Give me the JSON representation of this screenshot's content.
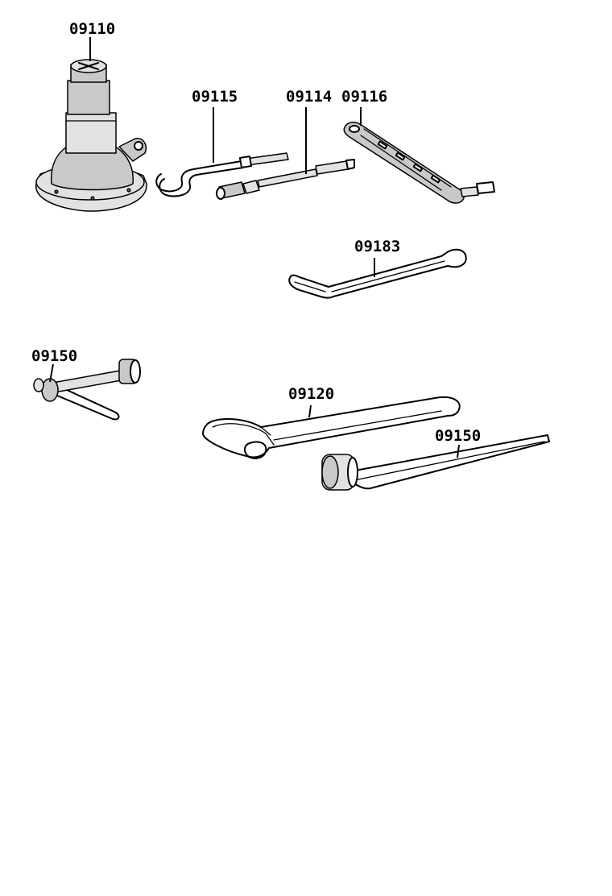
{
  "labels": {
    "jack": "09110",
    "handle_hook": "09115",
    "extension_bar": "09114",
    "jack_handle": "09116",
    "tire_lever": "09183",
    "wrench_left": "09150",
    "tool_bag": "09120",
    "wrench_right": "09150"
  }
}
